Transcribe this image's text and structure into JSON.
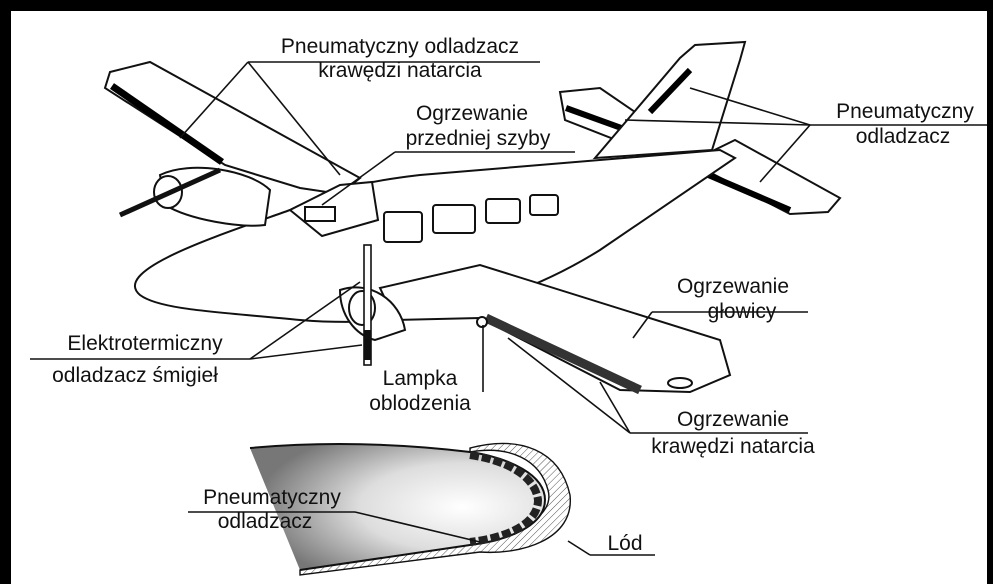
{
  "labels": {
    "leading_edge_boot_line1": "Pneumatyczny odladzacz",
    "leading_edge_boot_line2": "krawędzi natarcia",
    "windshield_line1": "Ogrzewanie",
    "windshield_line2": "przedniej szyby",
    "tail_boot_line1": "Pneumatyczny",
    "tail_boot_line2": "odladzacz",
    "pitot_line1": "Ogrzewanie",
    "pitot_line2": "głowicy",
    "propeller_line1": "Elektrotermiczny",
    "propeller_line2": "odladzacz śmigieł",
    "ice_lamp_line1": "Lampka",
    "ice_lamp_line2": "oblodzenia",
    "leading_heat_line1": "Ogrzewanie",
    "leading_heat_line2": "krawędzi natarcia",
    "profile_boot_line1": "Pneumatyczny",
    "profile_boot_line2": "odladzacz",
    "ice": "Lód"
  }
}
